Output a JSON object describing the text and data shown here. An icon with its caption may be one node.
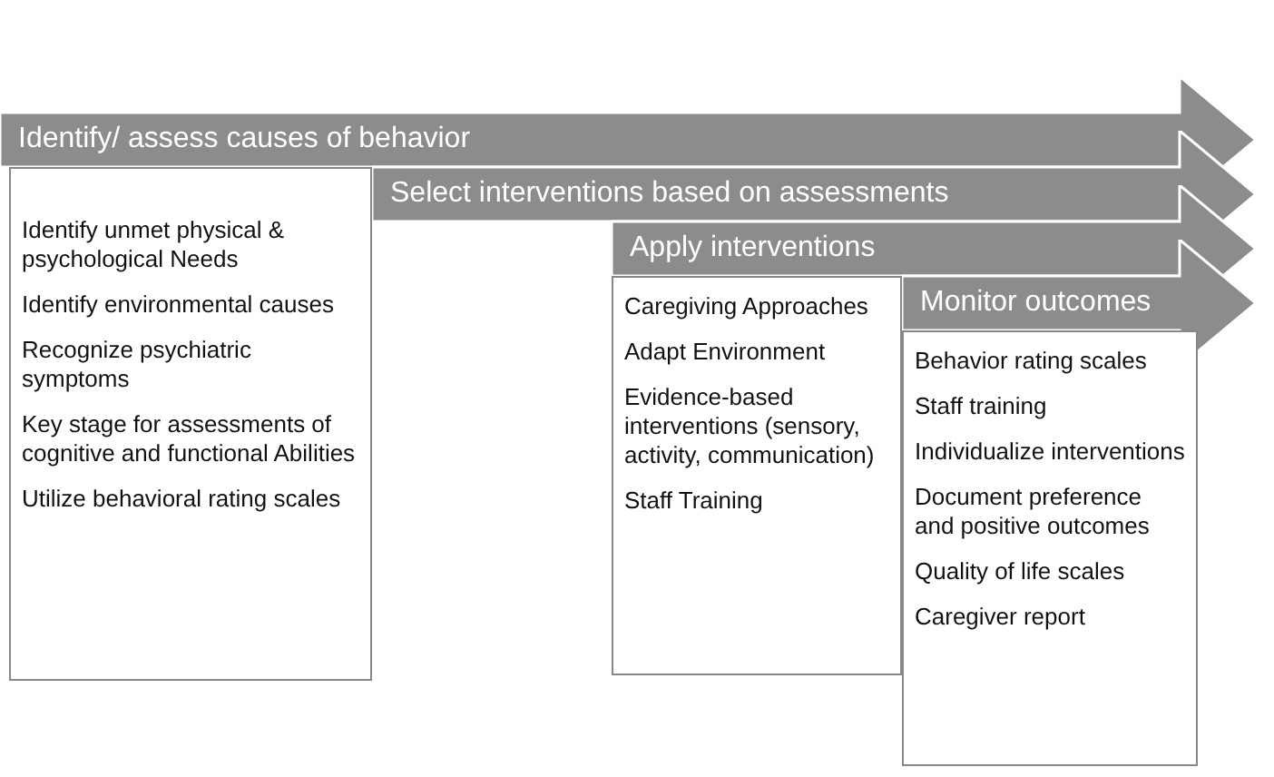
{
  "diagram": {
    "nodes": [
      {
        "text": [
          "Identify/ assess causes of behavior"
        ]
      },
      {
        "text": [
          "Identify unmet physical & psychological Needs",
          "Identify environmental causes",
          "Recognize psychiatric symptoms",
          "Key stage for assessments of cognitive and functional Abilities",
          "Utilize behavioral rating scales"
        ]
      },
      {
        "text": [
          "Select interventions based on assessments"
        ]
      },
      {
        "text": [
          "Apply interventions"
        ]
      },
      {
        "text": [
          "Caregiving Approaches",
          "Adapt Environment",
          "Evidence-based interventions (sensory, activity, communication)",
          "Staff Training"
        ]
      },
      {
        "text": [
          "Monitor outcomes"
        ]
      },
      {
        "text": [
          "Behavior rating scales",
          "Staff training",
          "Individualize interventions",
          "Document preference and positive outcomes",
          "Quality of life scales",
          "Caregiver report"
        ]
      }
    ],
    "edges": []
  }
}
